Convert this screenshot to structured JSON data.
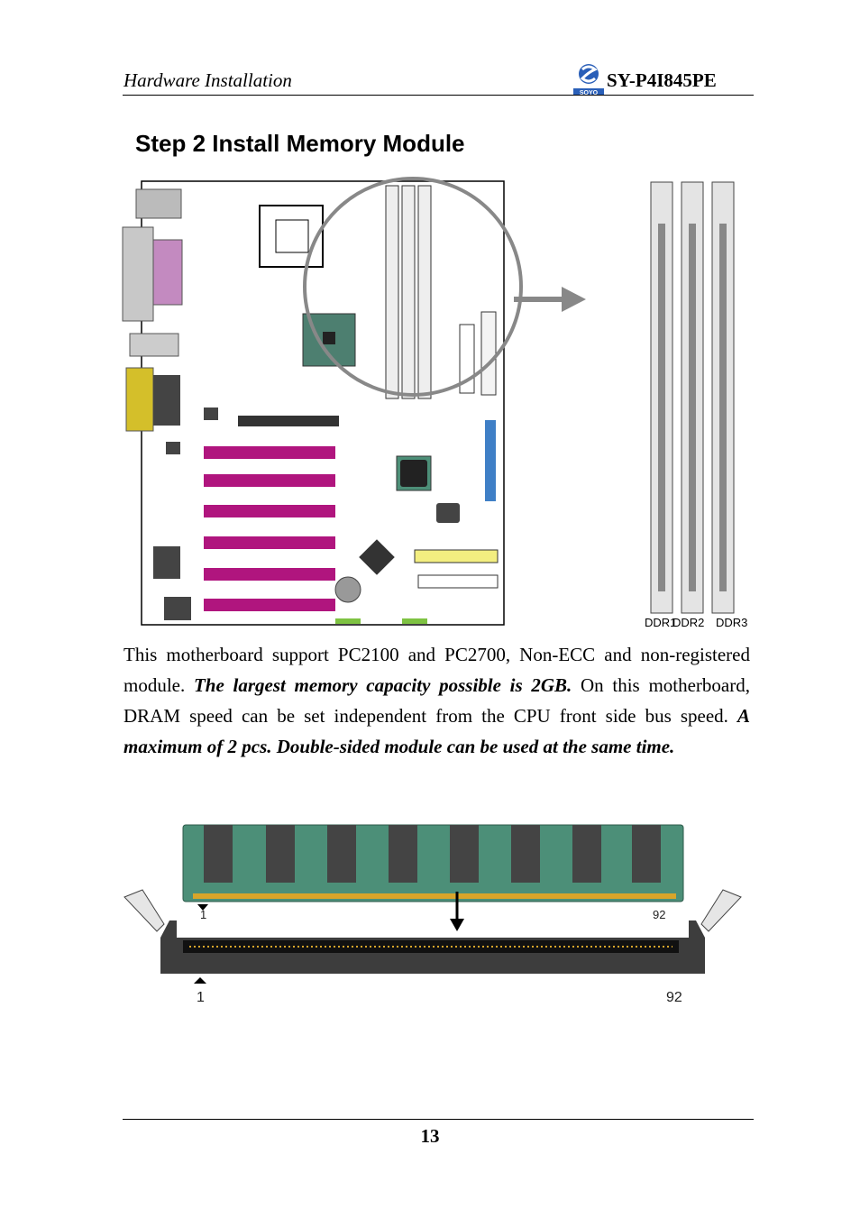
{
  "header": {
    "section": "Hardware Installation",
    "model": "SY-P4I845PE",
    "logo_text": "SOYO"
  },
  "step_title": "Step 2 Install Memory Module",
  "diagram": {
    "slot_labels": [
      "DDR1",
      "DDR2",
      "DDR3"
    ],
    "pin_first_top": "1",
    "pin_last_top": "92",
    "pin_first_bottom": "1",
    "pin_last_bottom": "92"
  },
  "paragraph": {
    "t1": "This motherboard support PC2100 and PC2700, Non-ECC and non-registered module. ",
    "t2": "The largest memory capacity possible is 2GB.",
    "t3": " On this motherboard, DRAM speed can be set independent from the CPU front side bus speed.   ",
    "t4": "A maximum of 2 pcs. Double-sided module can be used at the same time."
  },
  "page_number": "13",
  "colors": {
    "pci_slot": "#b0157e",
    "dimm_pcb": "#4c8f78",
    "socket": "#4a4a4a",
    "agp": "#3a3a3a",
    "ide_blue": "#3f7fc6"
  }
}
